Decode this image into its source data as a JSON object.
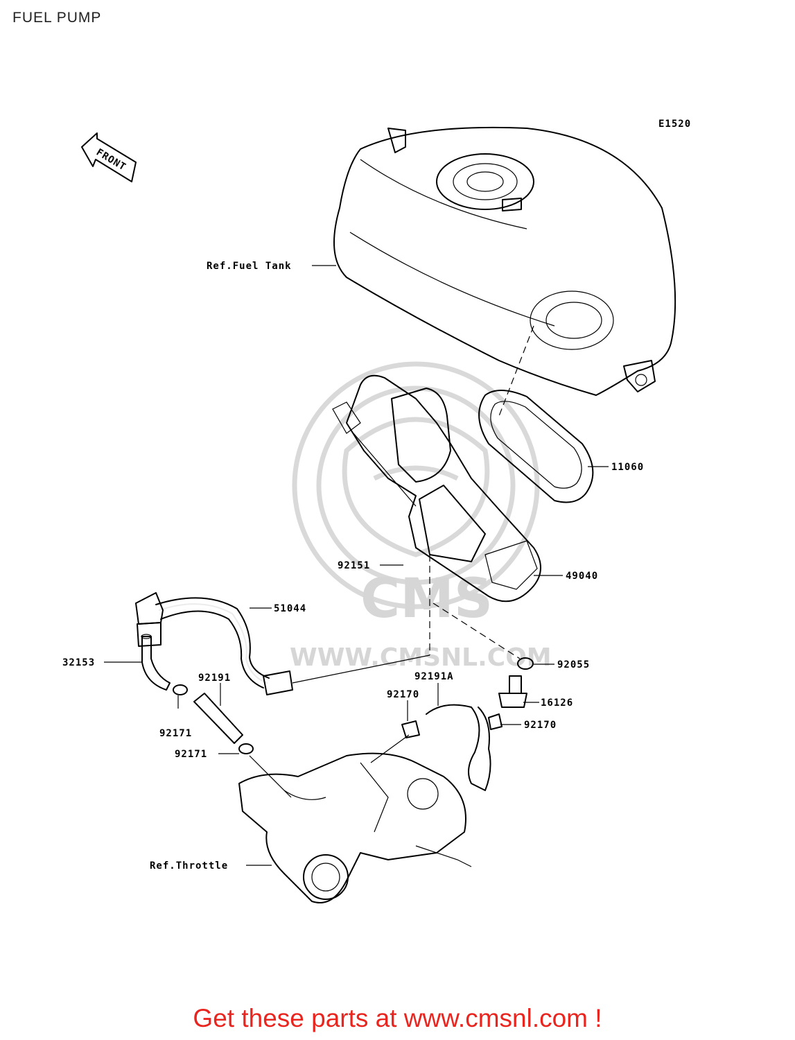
{
  "page": {
    "title": "FUEL PUMP",
    "diagram_code": "E1520",
    "front_marker": "FRONT"
  },
  "watermark": {
    "brand": "CMS",
    "url": "WWW.CMSNL.COM"
  },
  "callouts": {
    "fuel_tank": "Ref.Fuel Tank",
    "gasket": "11060",
    "pump_assy": "49040",
    "bolt": "92151",
    "fuel_hose": "51044",
    "pipe": "32153",
    "hose_a": "92191",
    "clamp_left_a": "92171",
    "clamp_left_b": "92171",
    "hose_b": "92191A",
    "clamp_mid": "92170",
    "clamp_right": "92170",
    "washer": "92055",
    "sensor": "16126",
    "throttle": "Ref.Throttle"
  },
  "footer": {
    "text": "Get these parts at www.cmsnl.com !"
  }
}
